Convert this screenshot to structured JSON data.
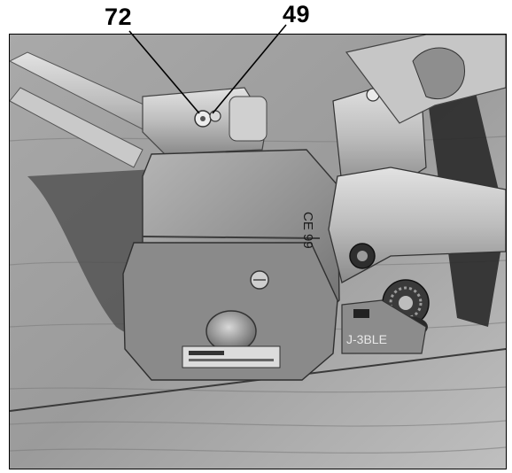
{
  "callouts": {
    "label_72": "72",
    "label_49": "49"
  },
  "device_markings": {
    "ce_mark": "CE 99",
    "plate_code": "J-3BLE"
  },
  "colors": {
    "background": "#ffffff",
    "label": "#000000"
  }
}
